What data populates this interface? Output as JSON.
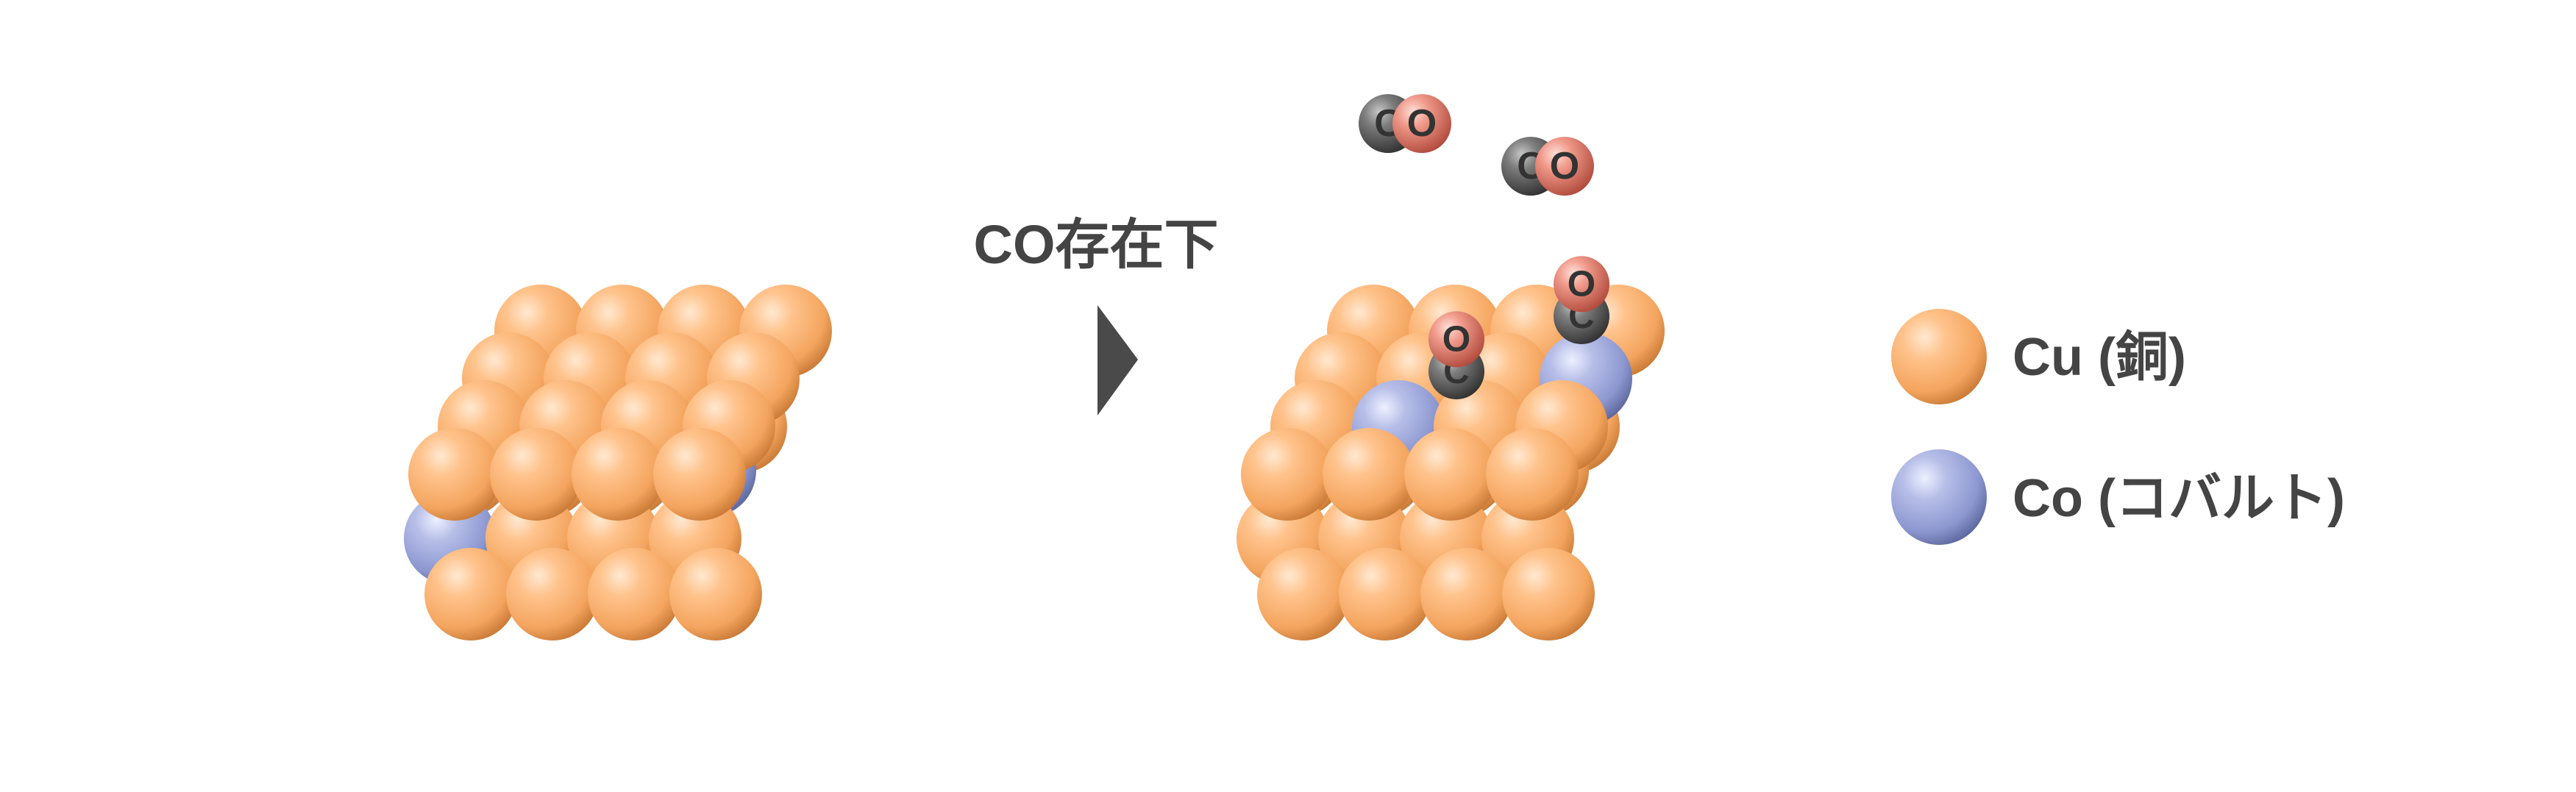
{
  "arrow_label": "CO存在下",
  "legend": {
    "cu_label": "Cu (銅)",
    "co_label": "Co (コバルト)"
  },
  "molecule_letters": {
    "carbon": "C",
    "oxygen": "O"
  },
  "colors": {
    "copper": "#f4a55f",
    "cobalt": "#8c97d0",
    "carbon": "#5a5a5a",
    "oxygen": "#e47a6a",
    "arrow": "#4a4a4a",
    "text": "#444444"
  }
}
